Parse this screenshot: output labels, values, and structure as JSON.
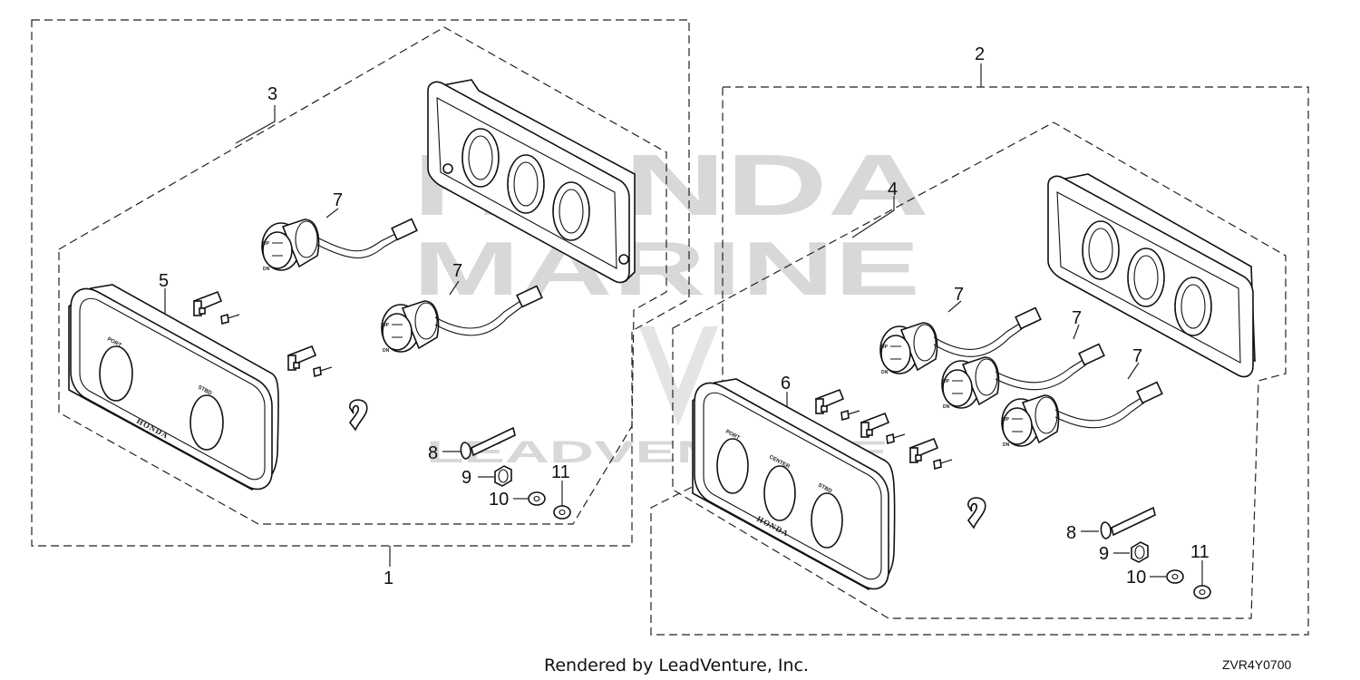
{
  "callouts": {
    "c1": "1",
    "c2": "2",
    "c3": "3",
    "c4": "4",
    "c5": "5",
    "c6": "6",
    "c7": "7",
    "c8": "8",
    "c9": "9",
    "c10": "10",
    "c11": "11"
  },
  "panel_labels": {
    "port": "PORT",
    "center": "CENTER",
    "stbd": "STBD",
    "brand": "HONDA",
    "switch_up": "UP",
    "switch_dn": "DN"
  },
  "watermark": {
    "line1": "HONDA",
    "line2": "MARINE",
    "line3": "LEADVENTURE"
  },
  "footer": {
    "rendered_by": "Rendered by LeadVenture, Inc.",
    "diagram_code": "ZVR4Y0700"
  }
}
